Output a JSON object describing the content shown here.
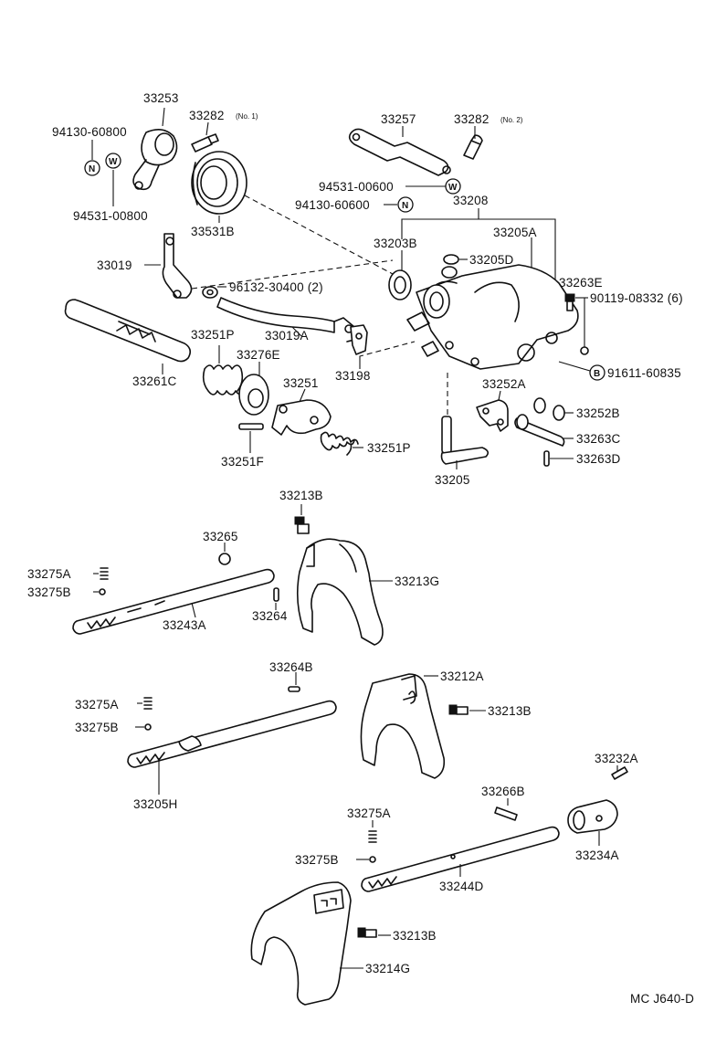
{
  "diagram": {
    "footer_code": "MC J640-D",
    "labels": {
      "p33253": "33253",
      "p33282_1": "33282",
      "p33282_1_note": "(No. 1)",
      "p94130_60800": "94130-60800",
      "p94531_00800": "94531-00800",
      "p33531B": "33531B",
      "p33257": "33257",
      "p33282_2": "33282",
      "p33282_2_note": "(No. 2)",
      "p94531_00600": "94531-00600",
      "p94130_60600": "94130-60600",
      "p33208": "33208",
      "p33205A": "33205A",
      "p33203B": "33203B",
      "p33205D": "33205D",
      "p33263E": "33263E",
      "p90119_08332": "90119-08332 (6)",
      "p33019": "33019",
      "p96132_30400": "96132-30400 (2)",
      "p33019A": "33019A",
      "p33198": "33198",
      "p91611_60835": "91611-60835",
      "p33251P_a": "33251P",
      "p33276E": "33276E",
      "p33261C": "33261C",
      "p33251": "33251",
      "p33252A": "33252A",
      "p33252B": "33252B",
      "p33263C": "33263C",
      "p33263D": "33263D",
      "p33251P_b": "33251P",
      "p33251F": "33251F",
      "p33205": "33205",
      "p33213B_a": "33213B",
      "p33265": "33265",
      "p33275A_a": "33275A",
      "p33275B_a": "33275B",
      "p33213G": "33213G",
      "p33243A": "33243A",
      "p33264": "33264",
      "p33264B": "33264B",
      "p33212A": "33212A",
      "p33275A_b": "33275A",
      "p33213B_b": "33213B",
      "p33275B_b": "33275B",
      "p33205H": "33205H",
      "p33232A": "33232A",
      "p33266B": "33266B",
      "p33275A_c": "33275A",
      "p33234A": "33234A",
      "p33275B_c": "33275B",
      "p33244D": "33244D",
      "p33213B_c": "33213B",
      "p33214G": "33214G"
    },
    "symbols": {
      "nut": "N",
      "washer": "W",
      "bolt": "B"
    }
  }
}
